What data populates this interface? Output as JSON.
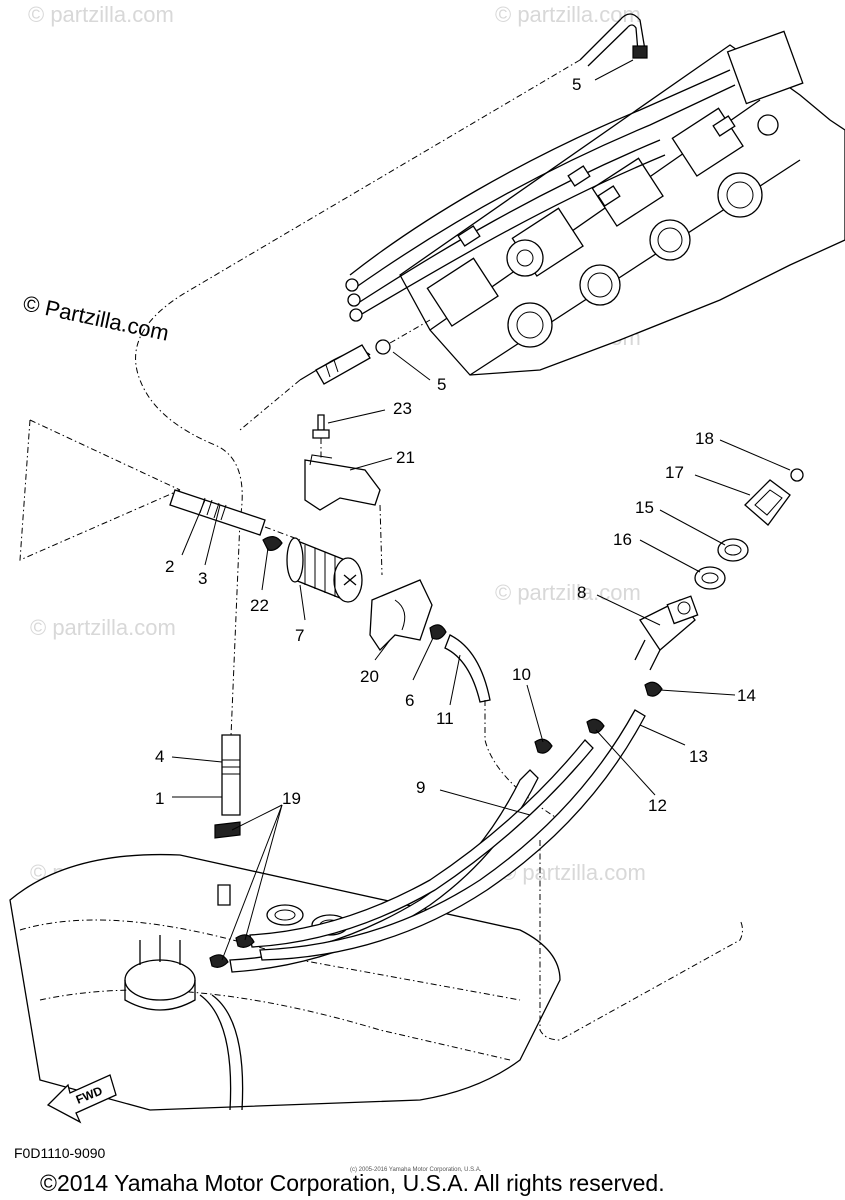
{
  "watermarks": {
    "main": "© Partzilla.com",
    "faint": "© partzilla.com"
  },
  "callouts": {
    "c1": "1",
    "c2": "2",
    "c3": "3",
    "c4": "4",
    "c5a": "5",
    "c5b": "5",
    "c6": "6",
    "c7": "7",
    "c8": "8",
    "c9": "9",
    "c10": "10",
    "c11": "11",
    "c12": "12",
    "c13": "13",
    "c14": "14",
    "c15": "15",
    "c16": "16",
    "c17": "17",
    "c18": "18",
    "c19": "19",
    "c20": "20",
    "c21": "21",
    "c22": "22",
    "c23": "23"
  },
  "fwd_label": "FWD",
  "diagram_code": "F0D1110-9090",
  "tiny_notice": "(c) 2005-2016 Yamaha Motor Corporation, U.S.A.",
  "copyright": "©2014 Yamaha Motor Corporation, U.S.A. All rights reserved."
}
